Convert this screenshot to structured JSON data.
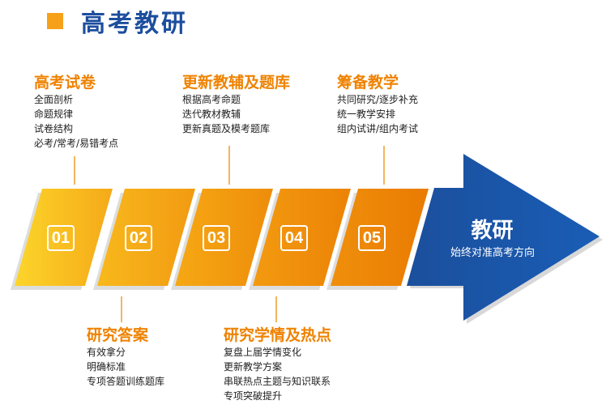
{
  "header": {
    "title": "高考教研"
  },
  "steps": [
    {
      "number": "01",
      "title": "高考试卷",
      "items": [
        "全面剖析",
        "命题规律",
        "试卷结构",
        "必考/常考/易错考点"
      ]
    },
    {
      "number": "02",
      "title": "研究答案",
      "items": [
        "有效拿分",
        "明确标准",
        "专项答题训练题库"
      ]
    },
    {
      "number": "03",
      "title": "更新教辅及题库",
      "items": [
        "根据高考命题",
        "迭代教材教辅",
        "更新真题及模考题库"
      ]
    },
    {
      "number": "04",
      "title": "研究学情及热点",
      "items": [
        "复盘上届学情变化",
        "更新教学方案",
        "串联热点主题与知识联系",
        "专项突破提升"
      ]
    },
    {
      "number": "05",
      "title": "筹备教学",
      "items": [
        "共同研究/逐步补充",
        "统一教学安排",
        "组内试讲/组内考试"
      ]
    }
  ],
  "arrow": {
    "title": "教研",
    "subtitle": "始终对准高考方向"
  },
  "colors": {
    "accent_orange": "#ef8200",
    "header_blue": "#1d4e9e",
    "arrow_blue": "#1a56a8",
    "square": "#f7a11a"
  }
}
